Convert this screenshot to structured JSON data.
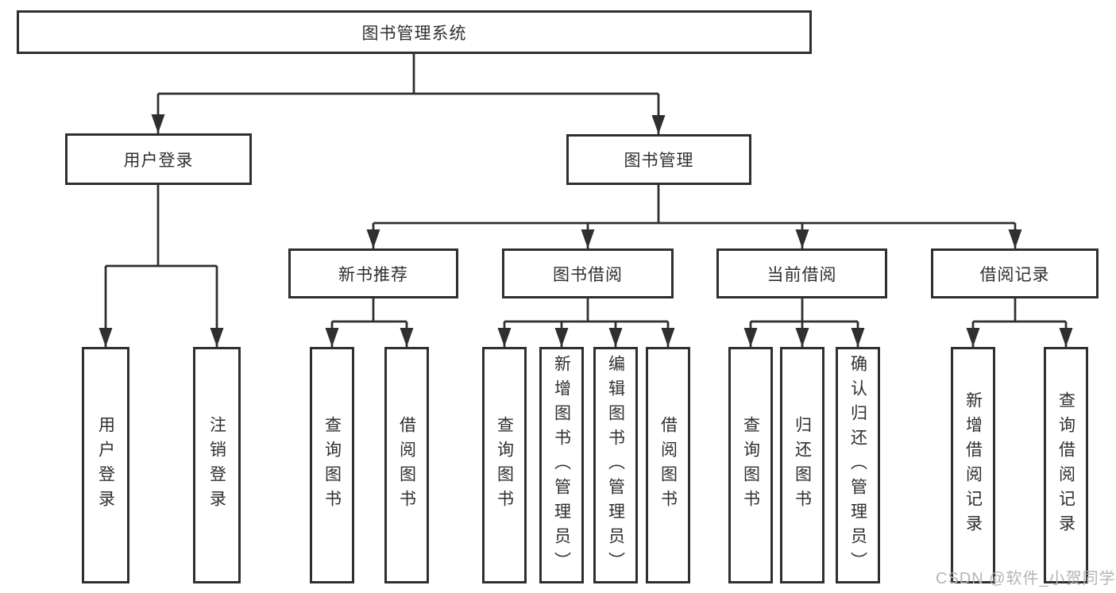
{
  "nodes": {
    "root": "图书管理系统",
    "login": "用户登录",
    "manage": "图书管理",
    "recommend": "新书推荐",
    "borrow": "图书借阅",
    "current": "当前借阅",
    "records": "借阅记录",
    "login_children": [
      "用户登录",
      "注销登录"
    ],
    "recommend_children": [
      "查询图书",
      "借阅图书"
    ],
    "borrow_children": [
      "查询图书",
      "新增图书（管理员）",
      "编辑图书（管理员）",
      "借阅图书"
    ],
    "current_children": [
      "查询图书",
      "归还图书",
      "确认归还（管理员）"
    ],
    "records_children": [
      "新增借阅记录",
      "查询借阅记录"
    ]
  },
  "watermark": "CSDN @软件_小贺同学",
  "colors": {
    "line": "#2f2f2f",
    "text": "#2f2f2f",
    "watermark": "#b5b5b5",
    "background": "#ffffff"
  }
}
